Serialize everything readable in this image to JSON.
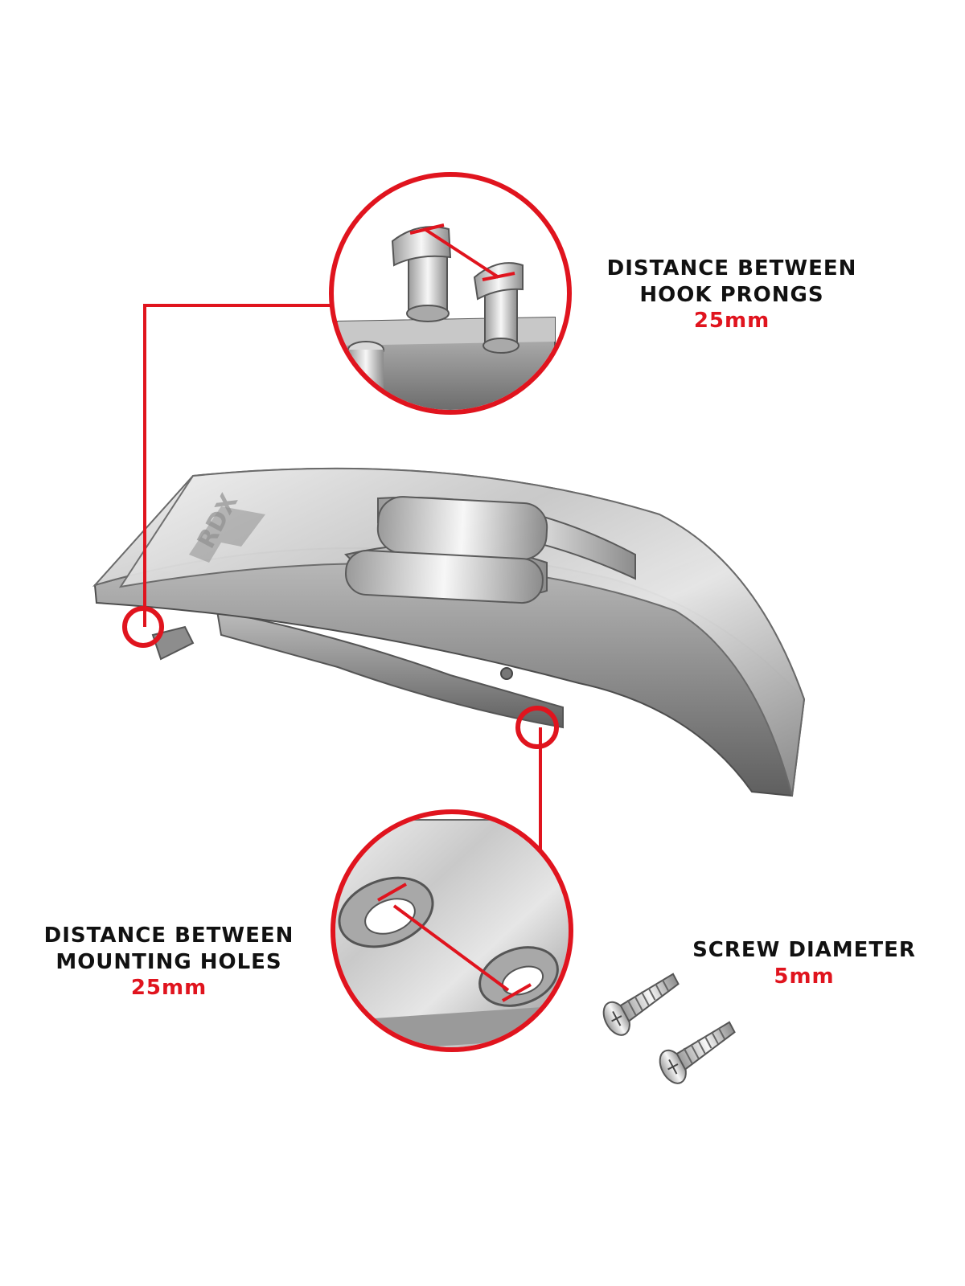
{
  "colors": {
    "accent": "#e0141e",
    "metal_light": "#e8e8e8",
    "metal_mid": "#b8b8b8",
    "metal_dark": "#6f6f6f",
    "text": "#111111"
  },
  "callouts": {
    "prongs": {
      "title_line1": "DISTANCE BETWEEN",
      "title_line2": "HOOK PRONGS",
      "value": "25mm"
    },
    "holes": {
      "title_line1": "DISTANCE BETWEEN",
      "title_line2": "MOUNTING HOLES",
      "value": "25mm"
    },
    "screw": {
      "title_line1": "SCREW DIAMETER",
      "value": "5mm"
    }
  },
  "brand": {
    "engraving": "RDX"
  }
}
